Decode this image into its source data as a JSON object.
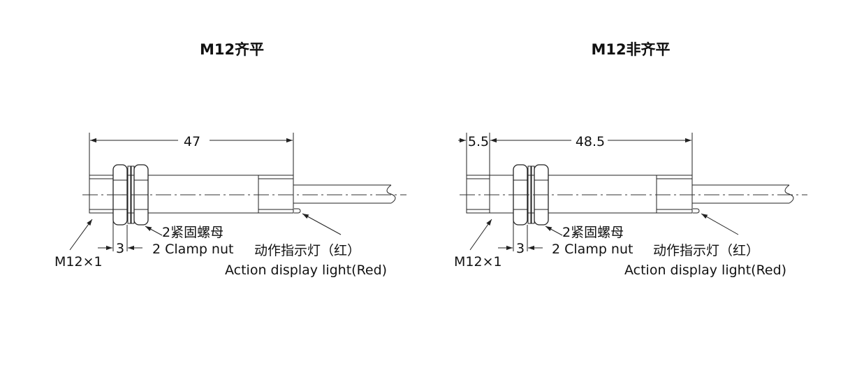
{
  "diagrams": [
    {
      "title": "M12齐平",
      "dims": {
        "total": "47",
        "thread_len": "3"
      },
      "labels": {
        "thread": "M12×1",
        "nut_cn": "2紧固螺母",
        "nut_en": "2 Clamp nut",
        "light_cn": "动作指示灯（红）",
        "light_en": "Action display light(Red)"
      }
    },
    {
      "title": "M12非齐平",
      "dims": {
        "total": "48.5",
        "extra": "5.5",
        "thread_len": "3"
      },
      "labels": {
        "thread": "M12×1",
        "nut_cn": "2紧固螺母",
        "nut_en": "2 Clamp nut",
        "light_cn": "动作指示灯（红）",
        "light_en": "Action display light(Red)"
      }
    }
  ],
  "colors": {
    "line": "#222222",
    "background": "#ffffff"
  }
}
